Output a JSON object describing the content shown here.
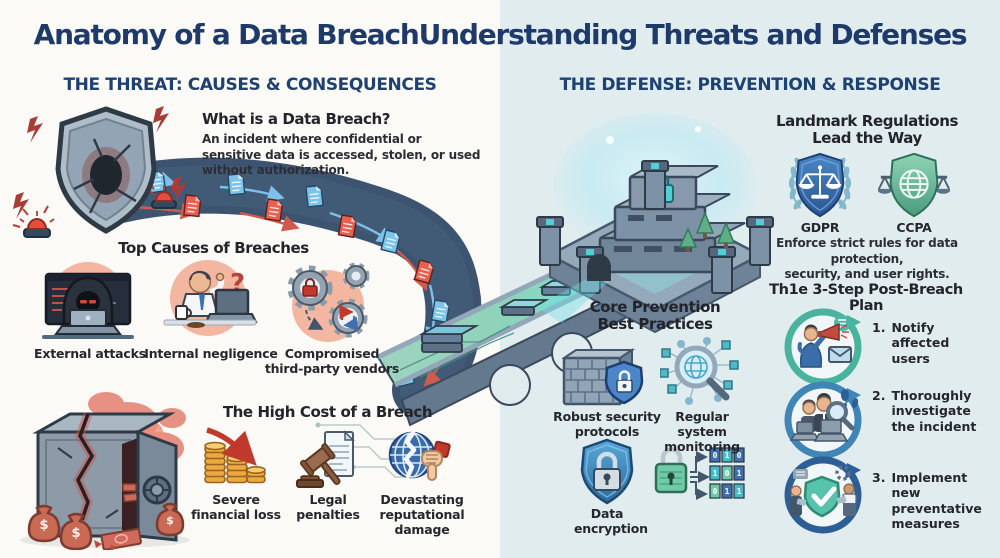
{
  "title": "Anatomy of a Data BreachUnderstanding Threats and Defenses",
  "threat": {
    "header": "THE THREAT: CAUSES & CONSEQUENCES",
    "what_is": {
      "heading": "What is a Data Breach?",
      "body": "An incident where confidential or\nsensitive data is accessed, stolen, or used\nwithout authorization.",
      "icon": "broken-shield-icon"
    },
    "top_causes": {
      "heading": "Top Causes of Breaches",
      "items": [
        {
          "label": "External attacks",
          "icon": "hacker-icon"
        },
        {
          "label": "Internal negligence",
          "icon": "negligent-employee-icon"
        },
        {
          "label": "Compromised\nthird-party vendors",
          "icon": "compromised-gears-icon"
        }
      ]
    },
    "high_cost": {
      "heading": "The High Cost of a Breach",
      "vault_icon": "cracked-vault-icon",
      "items": [
        {
          "label": "Severe\nfinancial loss",
          "icon": "declining-coins-icon"
        },
        {
          "label": "Legal\npenalties",
          "icon": "gavel-document-icon"
        },
        {
          "label": "Devastating\nreputational\ndamage",
          "icon": "broken-globe-thumbs-down-icon"
        }
      ]
    }
  },
  "defense": {
    "header": "THE DEFENSE: PREVENTION & RESPONSE",
    "fortress_icon": "protected-fortress-icon",
    "regulations": {
      "heading": "Landmark Regulations\nLead the Way",
      "items": [
        {
          "label": "GDPR",
          "icon": "gdpr-scales-shield-icon"
        },
        {
          "label": "CCPA",
          "icon": "ccpa-globe-shield-icon"
        }
      ],
      "body": "Enforce strict rules for data protection,\nsecurity, and user rights."
    },
    "prevention": {
      "heading": "Core Prevention\nBest Practices",
      "items": [
        {
          "label": "Robust security\nprotocols",
          "icon": "firewall-shield-icon"
        },
        {
          "label": "Regular system\nmonitoring",
          "icon": "monitoring-magnifier-icon"
        },
        {
          "label": "Data\nencryption",
          "icon": "encryption-shield-icon"
        },
        {
          "label": "",
          "icon": "lock-to-ciphertext-icon"
        }
      ]
    },
    "post_breach": {
      "heading": "Th1e 3-Step Post-Breach Plan",
      "steps": [
        {
          "number": "1.",
          "text": "Notify\naffected users",
          "icon": "notify-megaphone-ring-icon"
        },
        {
          "number": "2.",
          "text": "Thoroughly\ninvestigate\nthe incident",
          "icon": "investigate-magnifier-ring-icon"
        },
        {
          "number": "3.",
          "text": "Implement new\npreventative\nmeasures",
          "icon": "shield-check-ring-icon"
        }
      ]
    }
  },
  "glyphs": {
    "currency": "$",
    "question": "?",
    "bit0": "0",
    "bit1": "1"
  },
  "colors": {
    "navy": "#1d3a6b",
    "header_navy": "#1d4173",
    "text_dark": "#26262e",
    "left_bg": "#fbfaf6",
    "right_bg": "#e1ecef",
    "alert_red": "#c0392b",
    "stream_blue": "#3d5470",
    "doc_blue": "#7cc4ea",
    "doc_red": "#e8604f",
    "step_teal": "#4ab39e",
    "step_blue": "#3f85b5",
    "step_dark_blue": "#2d5f96",
    "gdpr_blue": "#3f74b5",
    "ccpa_green": "#6fbf9d"
  }
}
